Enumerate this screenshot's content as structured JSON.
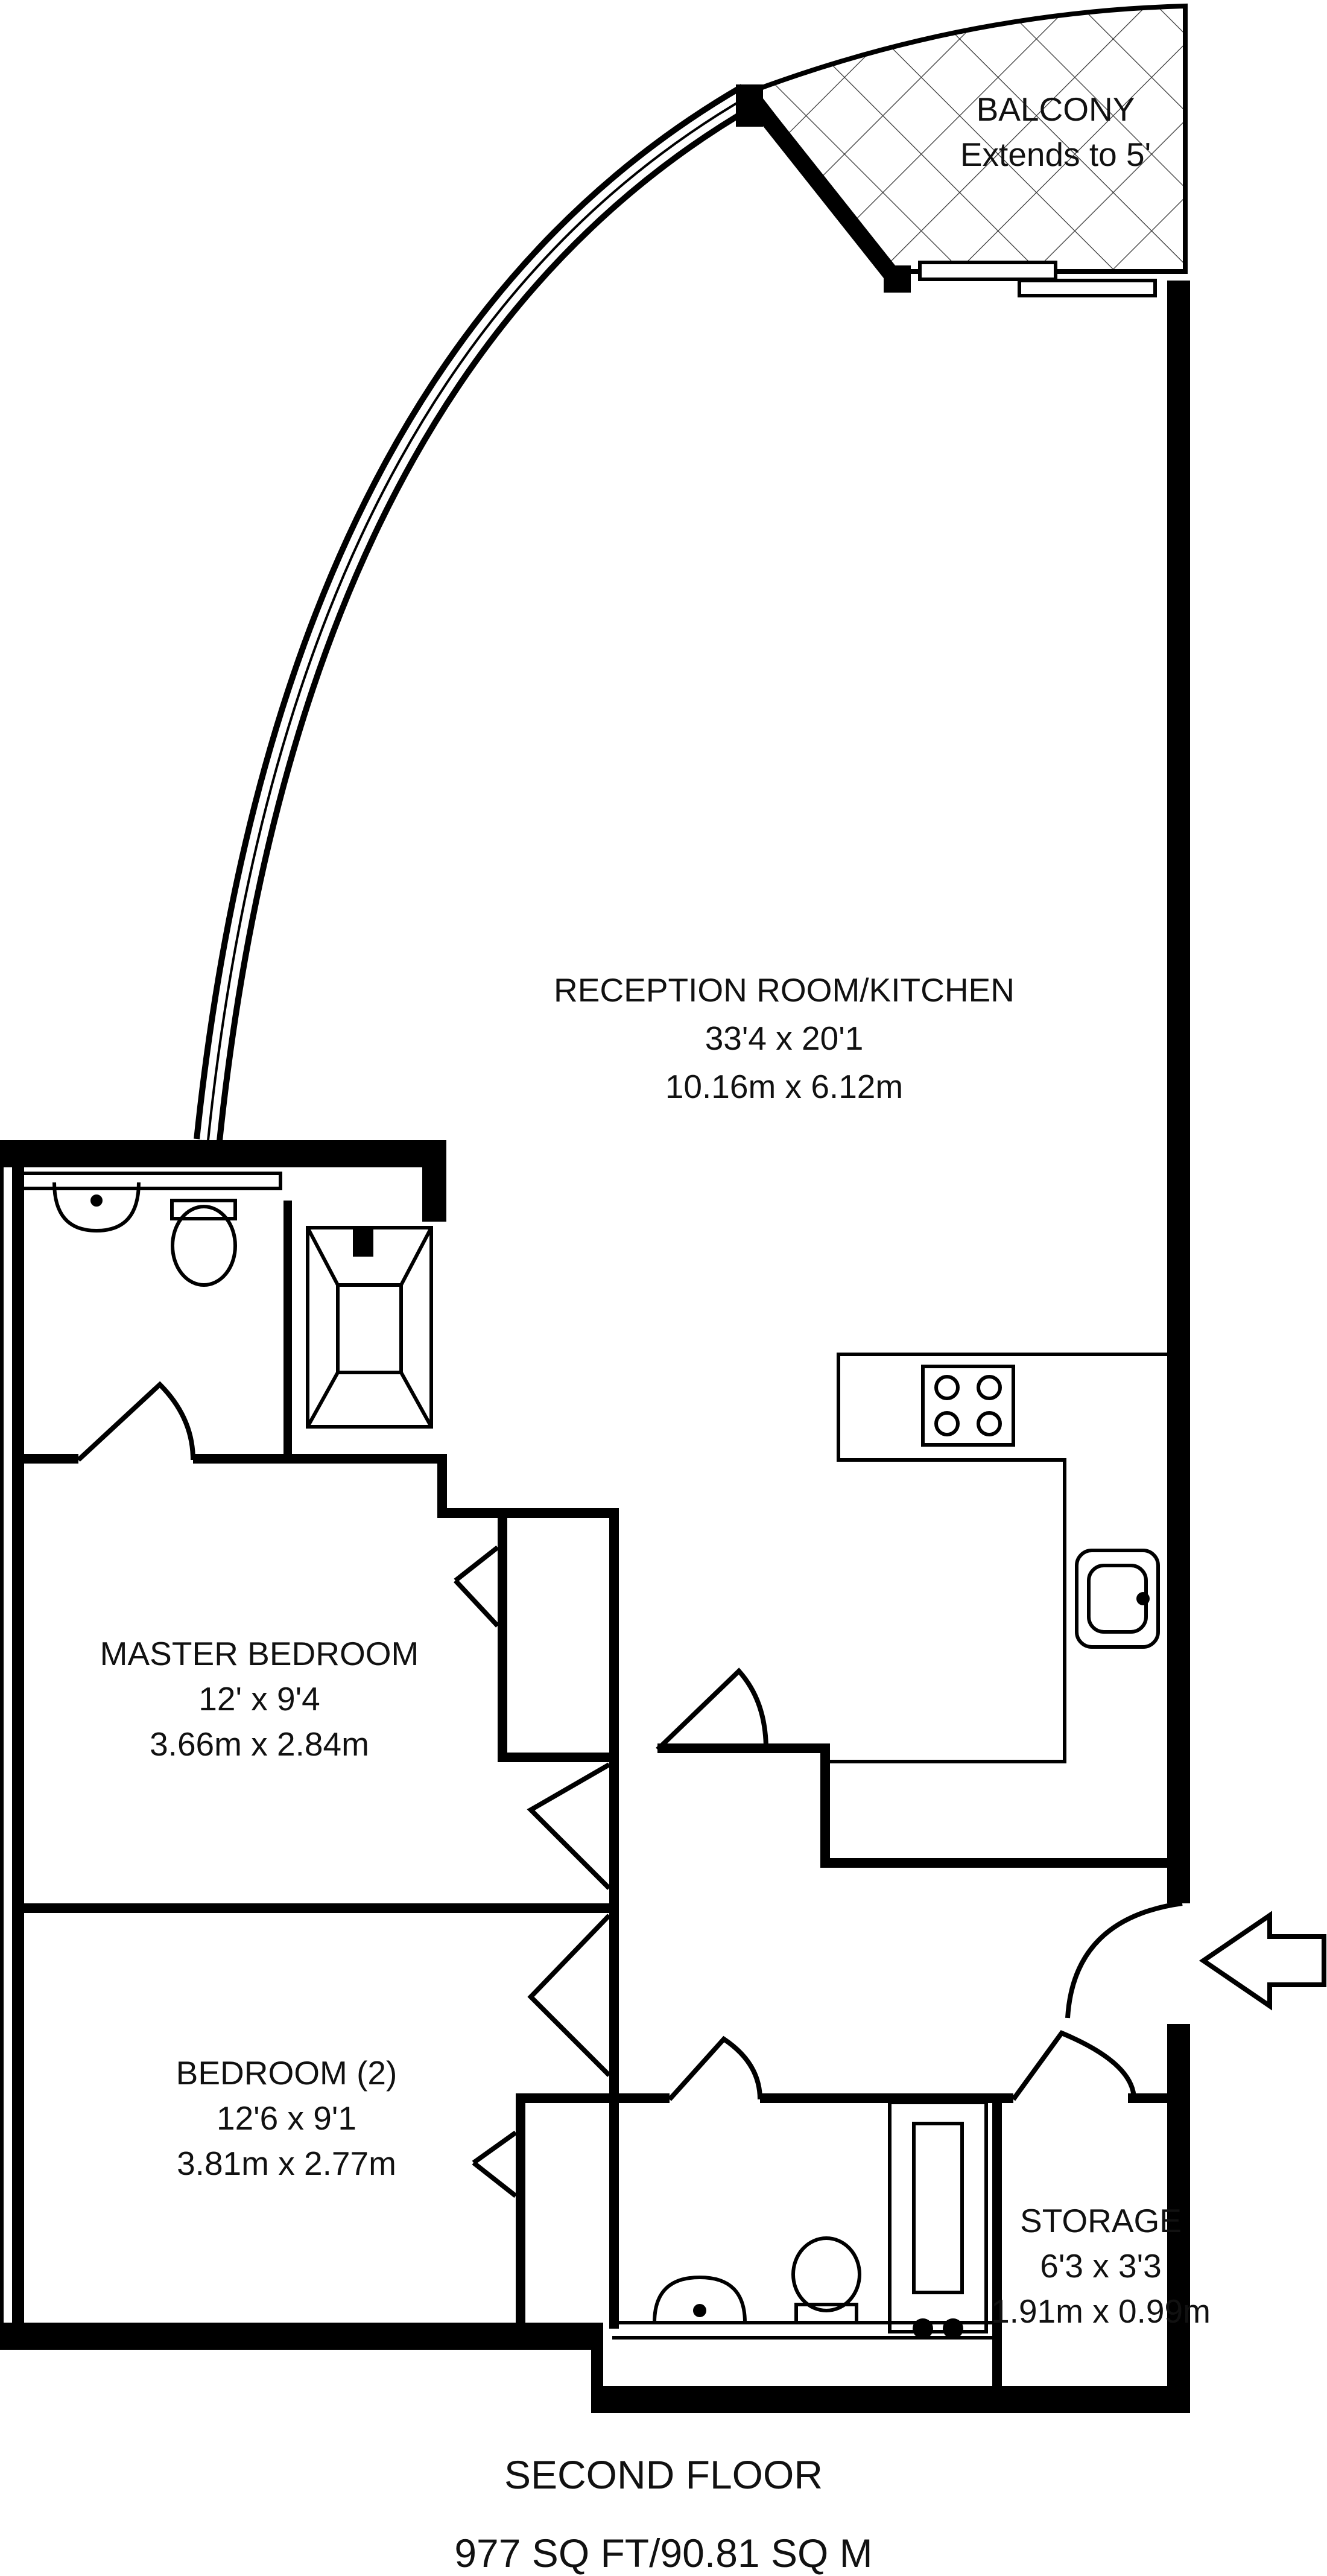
{
  "rooms": {
    "balcony": {
      "name": "BALCONY",
      "note": "Extends to 5'"
    },
    "reception": {
      "name": "RECEPTION ROOM/KITCHEN",
      "imperial": "33'4 x 20'1",
      "metric": "10.16m x 6.12m"
    },
    "master": {
      "name": "MASTER BEDROOM",
      "imperial": "12' x 9'4",
      "metric": "3.66m x 2.84m"
    },
    "bedroom2": {
      "name": "BEDROOM (2)",
      "imperial": "12'6 x 9'1",
      "metric": "3.81m x 2.77m"
    },
    "storage": {
      "name": "STORAGE",
      "imperial": "6'3 x 3'3",
      "metric": "1.91m x 0.99m"
    }
  },
  "footer": {
    "floor": "SECOND FLOOR",
    "area": "977 SQ FT/90.81 SQ M"
  },
  "icons": {
    "entrance": "arrow-left-icon"
  },
  "colors": {
    "wall": "#000000",
    "line": "#000000",
    "background": "#ffffff"
  }
}
